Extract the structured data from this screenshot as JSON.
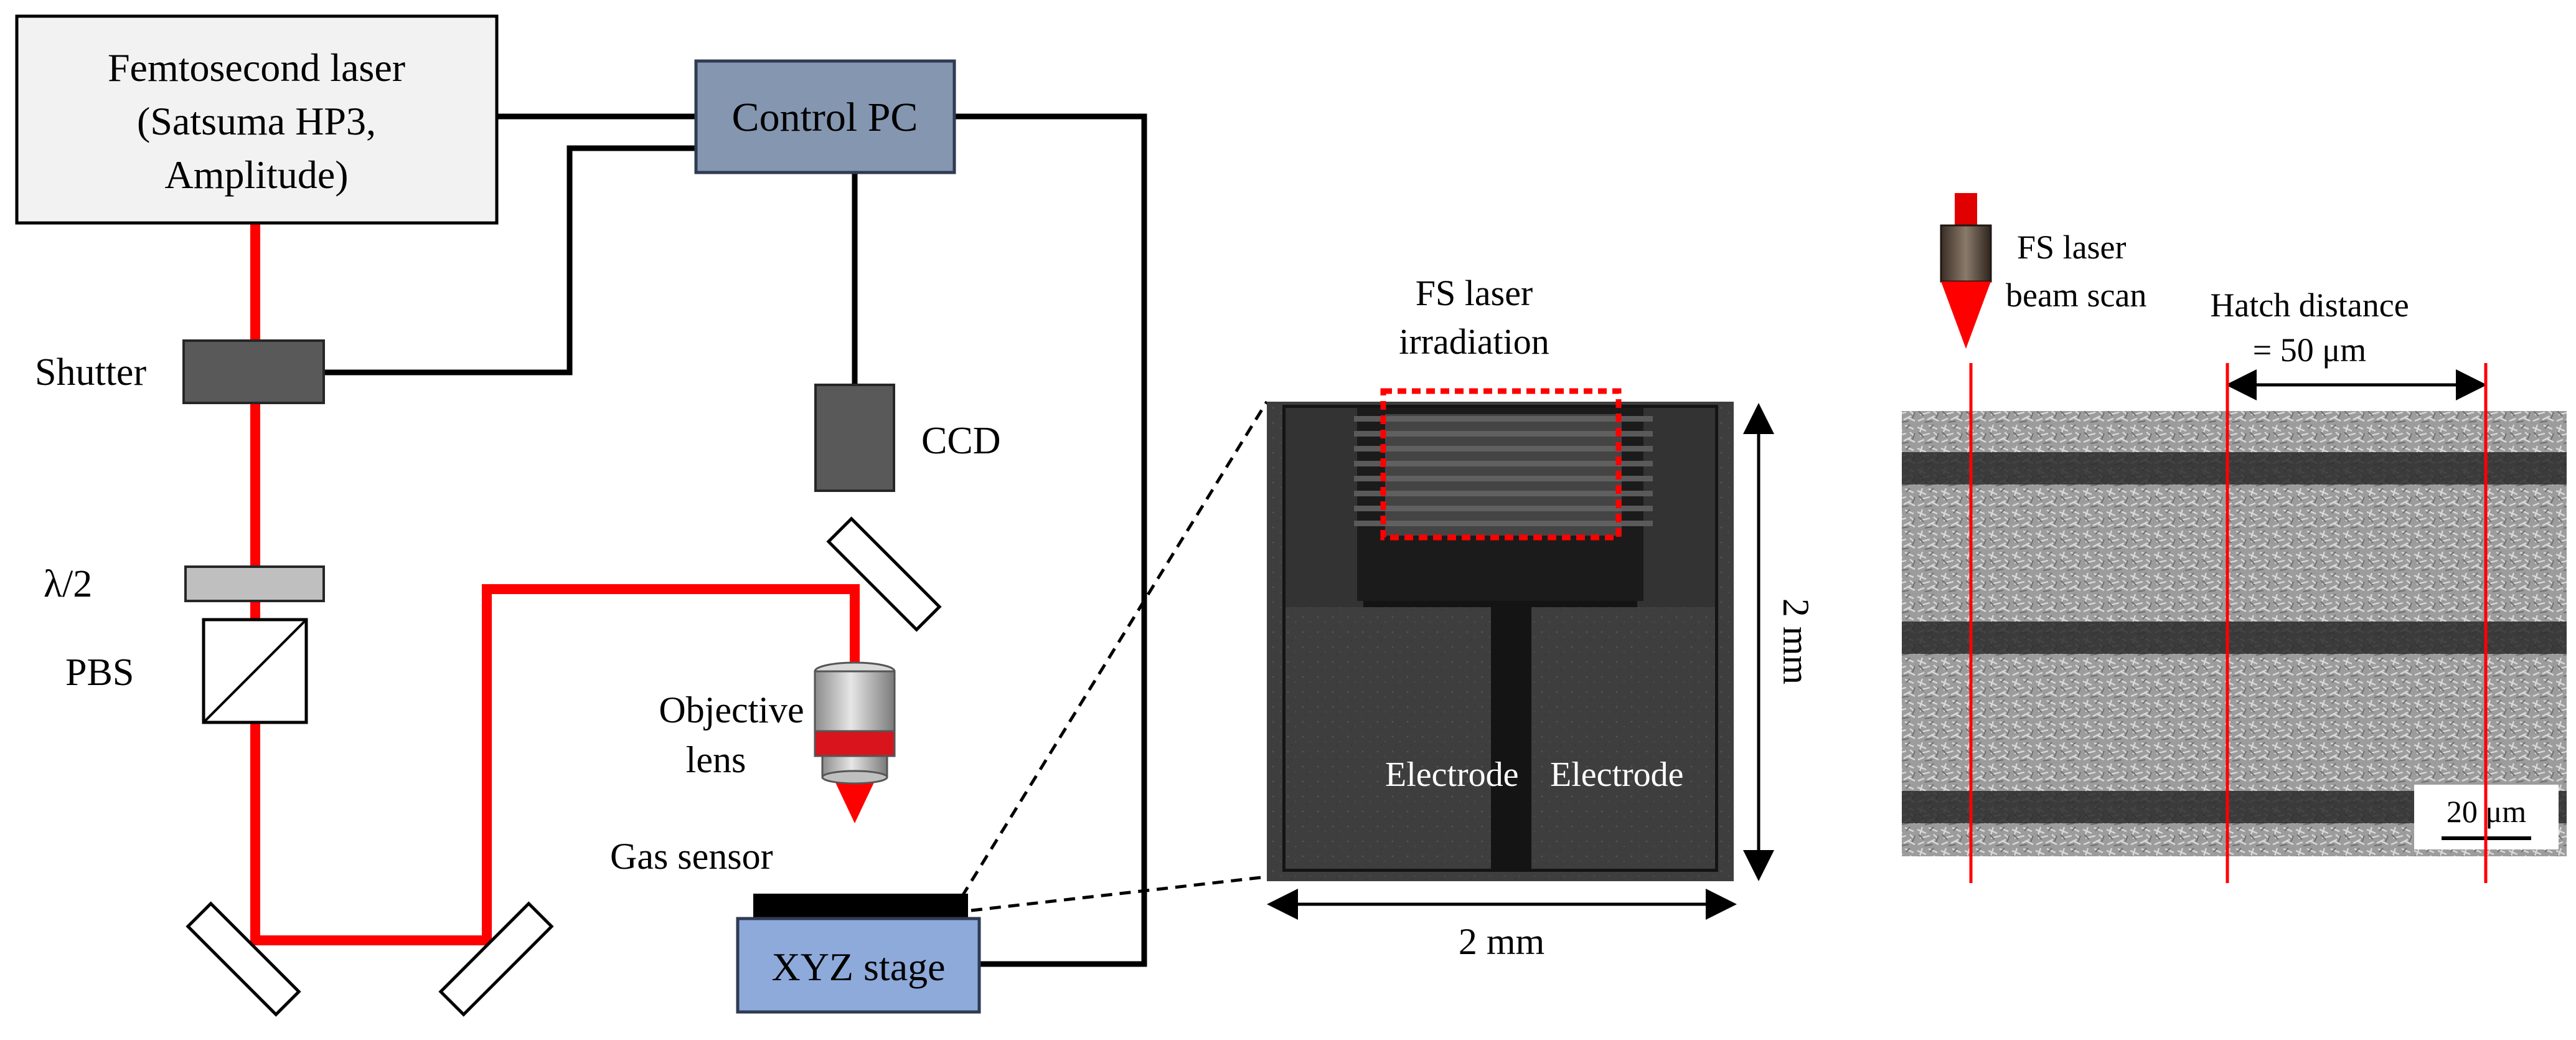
{
  "colors": {
    "laser_box": "#f2f2f2",
    "pc_box": "#8496b0",
    "stage_box": "#8eaadb",
    "component_dark": "#595959",
    "beam": "#ff0000",
    "wire": "#000000",
    "waveplate": "#bfbfbf",
    "sem_background": "#3c3c3c",
    "sem_electrode": "#2f2f2f",
    "sem_gap": "#141414",
    "surface_bg": "#9a9a9a",
    "surface_track": "#2a2a2a"
  },
  "setup": {
    "laser_line1": "Femtosecond laser",
    "laser_line2": "(Satsuma HP3,",
    "laser_line3": "Amplitude)",
    "control_pc": "Control PC",
    "shutter": "Shutter",
    "ccd": "CCD",
    "waveplate": "λ/2",
    "pbs": "PBS",
    "objective_line1": "Objective",
    "objective_line2": "lens",
    "gas_sensor": "Gas sensor",
    "xyz_stage": "XYZ stage"
  },
  "sensor": {
    "irradiation_line1": "FS laser",
    "irradiation_line2": "irradiation",
    "electrode_left": "Electrode",
    "electrode_right": "Electrode",
    "width_label": "2 mm",
    "height_label": "2 mm"
  },
  "surface": {
    "scan_line1": "FS laser",
    "scan_line2": "beam scan",
    "hatch_line1": "Hatch distance",
    "hatch_line2": "= 50 μm",
    "scale_bar": "20 μm"
  },
  "icons": [
    "laser-nozzle-icon",
    "objective-lens-icon",
    "mirror-icon",
    "pbs-cube-icon"
  ]
}
